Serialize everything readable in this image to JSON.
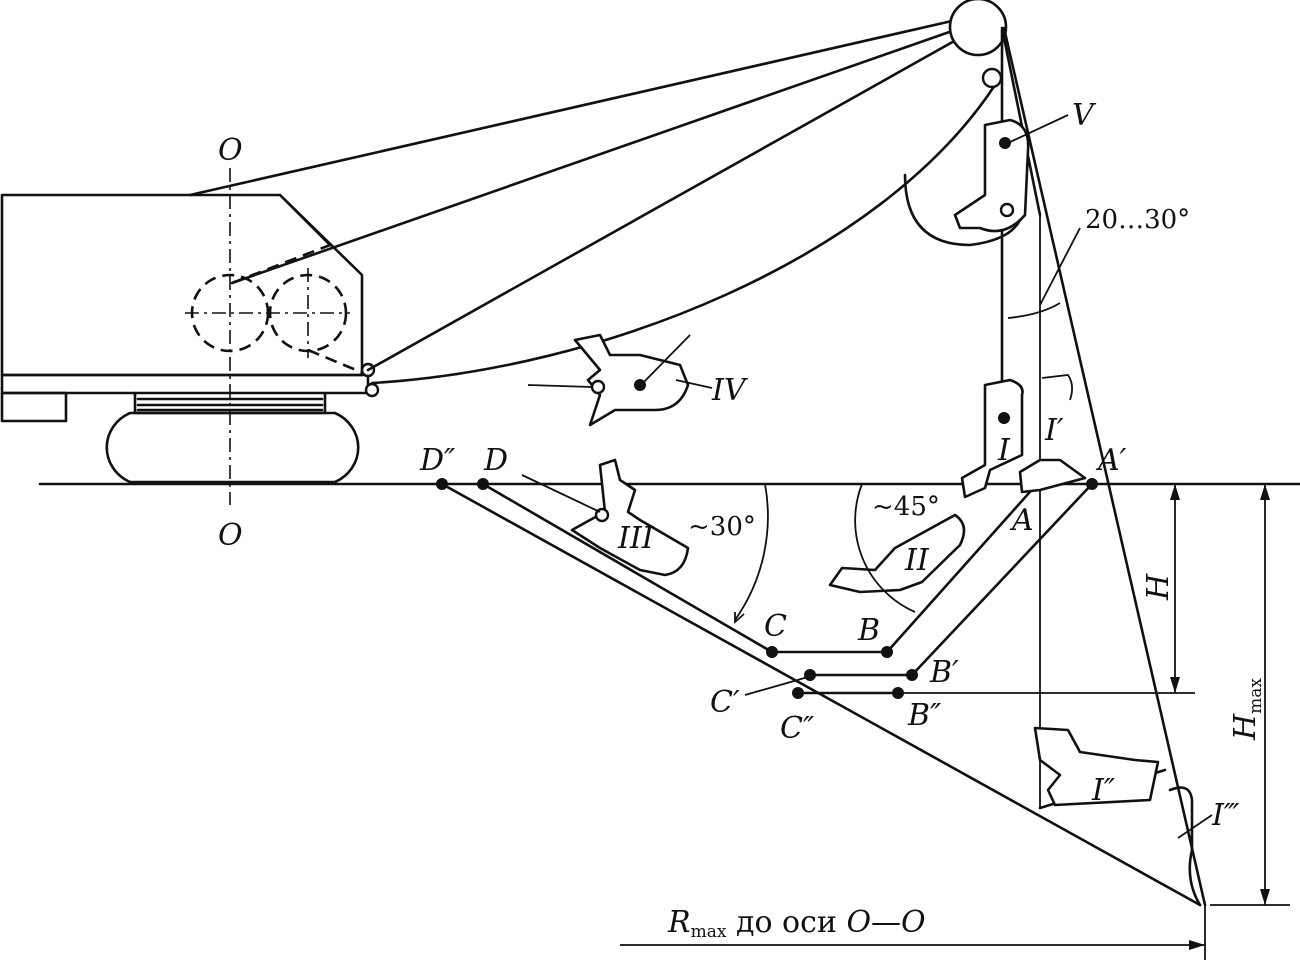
{
  "points": {
    "D2": "D″",
    "D": "D",
    "C": "C",
    "C1": "C′",
    "C2": "C″",
    "B": "B",
    "B1": "B′",
    "B2": "B″",
    "A": "A",
    "A1": "A′",
    "O_top": "O",
    "O_bottom": "O"
  },
  "bucket_positions": {
    "I": "I",
    "I1": "I′",
    "I2": "I″",
    "I3": "I‴",
    "II": "II",
    "III": "III",
    "IV": "IV",
    "V": "V"
  },
  "angles": {
    "a30": "~30°",
    "a45": "~45°",
    "cable": "20…30°"
  },
  "dimensions": {
    "H": "H",
    "Hmax_main": "H",
    "Hmax_sub": "max",
    "Rmax_main": "R",
    "Rmax_sub": "max",
    "Rmax_rest": " до оси ",
    "Rmax_axis": "O—O"
  }
}
